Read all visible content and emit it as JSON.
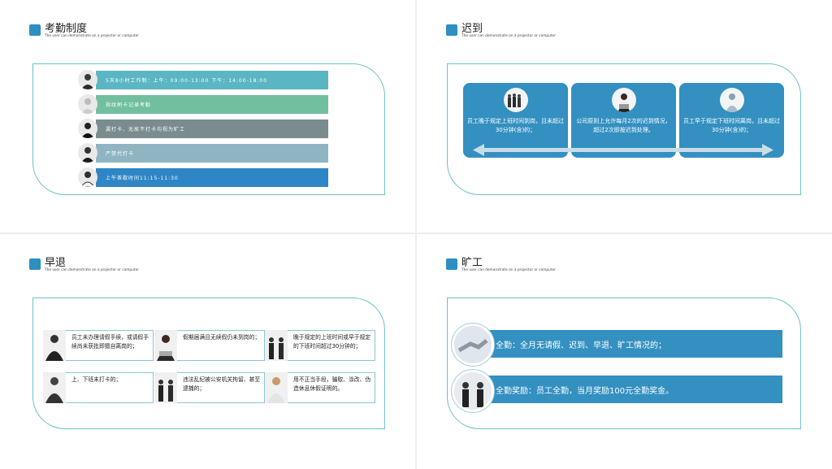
{
  "slides": {
    "s1": {
      "title": "考勤制度",
      "subtitle": "The user can demonstrate on a projector or computer",
      "bars": [
        {
          "text": "5天8小时工作制：上午：09:00-13:00  下午：14:00-18:00",
          "color": "#5bb6c3"
        },
        {
          "text": "指纹刷卡记录考勤",
          "color": "#72bf9f"
        },
        {
          "text": "漏打卡、无故不打卡均视为旷工",
          "color": "#7a8c8e"
        },
        {
          "text": "严禁代打卡",
          "color": "#8fb5c2"
        },
        {
          "text": "上午茶歇时间11:15-11:30",
          "color": "#2e86c6"
        }
      ]
    },
    "s2": {
      "title": "迟到",
      "subtitle": "The user can demonstrate on a projector or computer",
      "cards": [
        "员工晚于规定上班时间到岗，且未超过30分钟(含)的；",
        "公司原则上允许每月2次的迟到情况，超过2次即按迟到处理。",
        "员工早于规定下班时间离岗，且未超过30分钟(含)的；"
      ]
    },
    "s3": {
      "title": "早退",
      "subtitle": "The user can demonstrate on a projector or computer",
      "boxes": [
        "员工未办理请假手续，或请假手续尚未获批即擅自离岗的；",
        "假期届满且无续假仍未到岗的；",
        "晚于规定的上班时间或早于规定的下班时间超过30分钟的；",
        "上、下班未打卡的；",
        "违法乱纪被公安机关拘留、甚至逮捕的；",
        "用不正当手段，骗取、涂改、伪造休息休假证明的。"
      ]
    },
    "s4": {
      "title": "旷工",
      "subtitle": "The user can demonstrate on a projector or computer",
      "banners": [
        "全勤：全月无请假、迟到、早退、旷工情况的；",
        "全勤奖励：员工全勤，当月奖励100元全勤奖金。"
      ]
    }
  },
  "colors": {
    "accent": "#2e8fc0",
    "frame": "#6cc0cc",
    "card": "#3390c1"
  }
}
